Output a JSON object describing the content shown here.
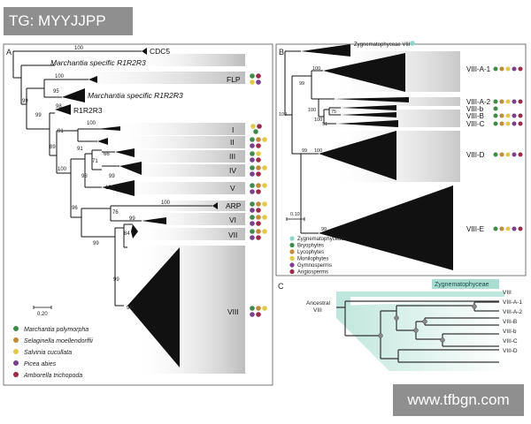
{
  "watermarks": {
    "top_left": "TG: MYYJJPP",
    "bottom_right": "www.tfbgn.com"
  },
  "colors": {
    "marchantia": "#3e8a4a",
    "selaginella": "#c08a3a",
    "salvinia": "#e0c84a",
    "picea": "#7a3f8f",
    "amborella": "#9a2b4a",
    "zygnematophyceae": "#8fd4c8",
    "bryophytes": "#3e8a4a",
    "lycophytes": "#c08a3a",
    "monilophytes": "#e0c84a",
    "gymnosperms": "#7a3f8f",
    "angiosperms": "#9a2b4a",
    "teal_box": "#a9ddd2"
  },
  "panel_a": {
    "label": "A",
    "taxa": {
      "cdc5": "CDC5",
      "mp_r1r2r3": "Marchantia specific R1R2R3",
      "flp": "FLP",
      "mp_r1r2r3_b": "Marchantia specific R1R2R3",
      "r1r2r3": "R1R2R3",
      "i": "I",
      "ii": "II",
      "iii": "III",
      "iv": "IV",
      "v": "V",
      "arp": "ARP",
      "vi": "VI",
      "vii": "VII",
      "viii": "VIII"
    },
    "bootstrap": {
      "b100_top": "100",
      "b100_flp": "100",
      "b99_a": "99",
      "b95": "95",
      "b99_b": "99",
      "b98_a": "98",
      "b100_i": "100",
      "b91_a": "91",
      "b91_b": "91",
      "b89": "89",
      "b66": "66",
      "b71": "71",
      "b99_c": "99",
      "b100_iv": "100",
      "b98_b": "98",
      "b100_v": "100",
      "b96": "96",
      "b100_arp": "100",
      "b76": "76",
      "b99_d": "99",
      "b84": "84",
      "b99_e": "99",
      "b99_f": "99",
      "b98_viii": "98"
    },
    "scale": "0.20",
    "legend": [
      {
        "label": "Marchantia polymorpha",
        "color": "#3e8a4a"
      },
      {
        "label": "Selaginella moellendorffii",
        "color": "#c08a3a"
      },
      {
        "label": "Salvinia cucullata",
        "color": "#e0c84a"
      },
      {
        "label": "Picea abies",
        "color": "#7a3f8f"
      },
      {
        "label": "Amborella trichopoda",
        "color": "#9a2b4a"
      }
    ]
  },
  "panel_b": {
    "label": "B",
    "taxa": {
      "zyg": "Zygnematophyceae VIII",
      "a1": "VIII-A-1",
      "a2": "VIII-A-2",
      "b": "VIII-b",
      "bb": "VIII-B",
      "c": "VIII-C",
      "d": "VIII-D",
      "e": "VIII-E"
    },
    "bootstrap": {
      "b100_a1": "100",
      "b99": "99",
      "b100_root": "100",
      "b100_x": "100",
      "b75": "75",
      "b91": "91",
      "b100_pair": "100",
      "b99_root2": "99",
      "b100_d": "100",
      "b99_e": "99"
    },
    "scale": "0.10",
    "legend": [
      {
        "label": "Zygnematophyceae",
        "color": "#8fd4c8"
      },
      {
        "label": "Bryophytes",
        "color": "#3e8a4a"
      },
      {
        "label": "Lycophytes",
        "color": "#c08a3a"
      },
      {
        "label": "Monilophytes",
        "color": "#e0c84a"
      },
      {
        "label": "Gymnosperms",
        "color": "#7a3f8f"
      },
      {
        "label": "Angiosperms",
        "color": "#9a2b4a"
      }
    ]
  },
  "panel_c": {
    "label": "C",
    "title": "Zygnematophyceae",
    "ancestral": [
      "Ancestral",
      "VIII"
    ],
    "leaves": [
      "VIII",
      "VIII-A-1",
      "VIII-A-2",
      "VIII-B",
      "VIII-b",
      "VIII-C",
      "VIII-D"
    ]
  }
}
